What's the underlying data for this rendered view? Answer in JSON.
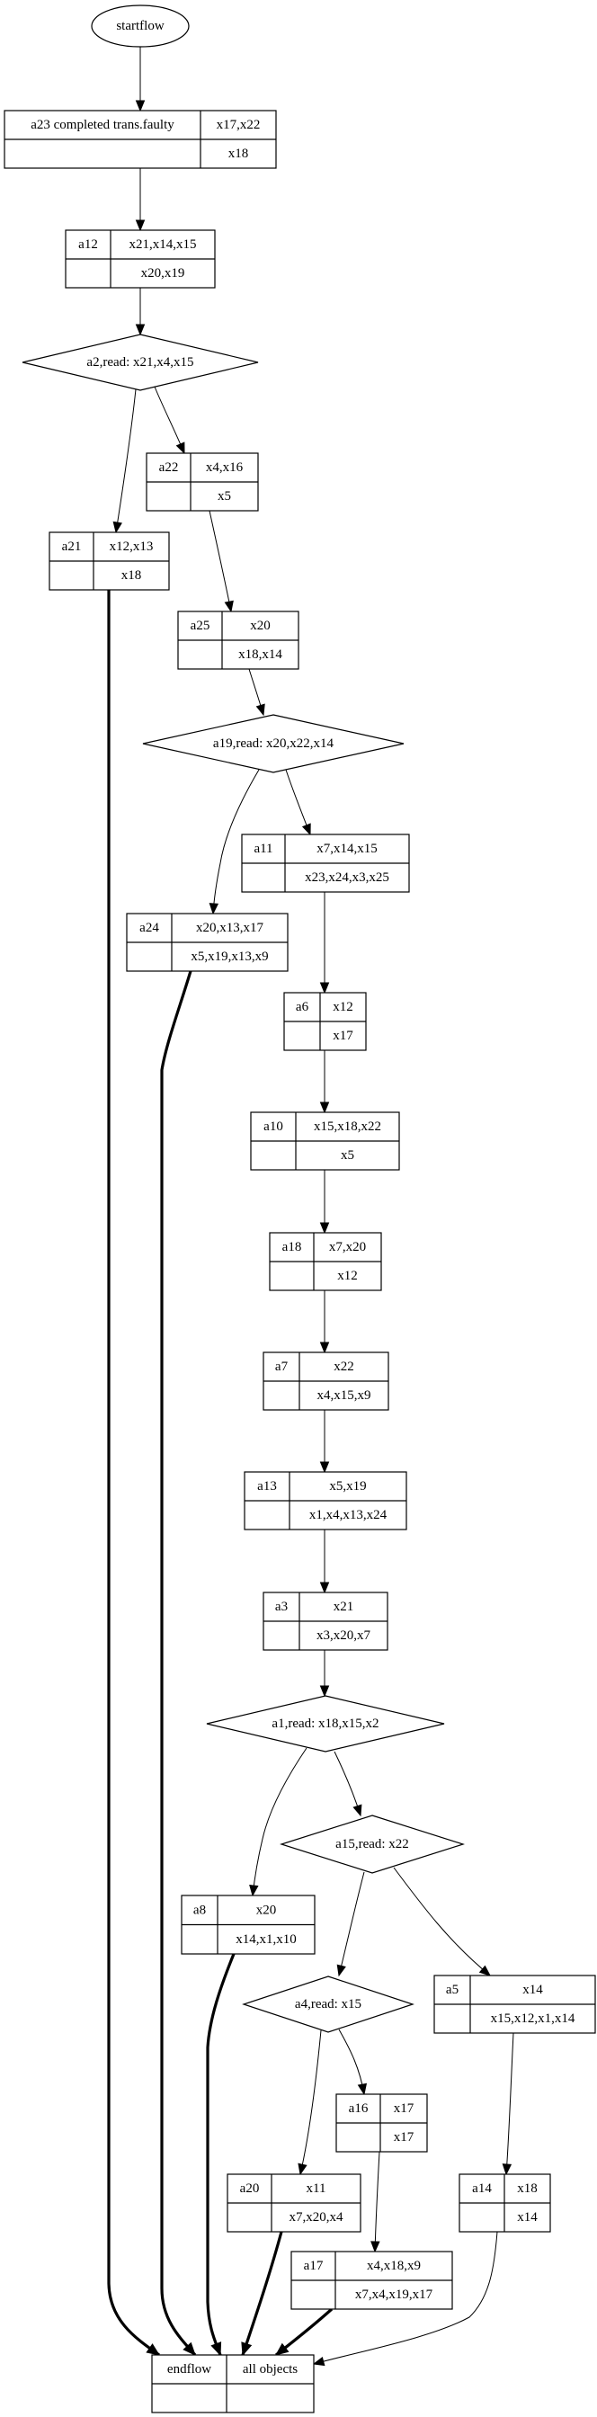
{
  "diagram": {
    "title": "process flow graph",
    "start": {
      "id": "startflow",
      "label": "startflow"
    },
    "end": {
      "id": "endflow",
      "label": "endflow",
      "objects": "all objects",
      "bottom_left": "",
      "bottom_right": ""
    },
    "activities": [
      {
        "id": "a23",
        "label": "a23 completed trans.faulty",
        "inputs": "x17,x22",
        "outputs": "x18"
      },
      {
        "id": "a12",
        "label": "a12",
        "inputs": "x21,x14,x15",
        "outputs": "x20,x19"
      },
      {
        "id": "a22",
        "label": "a22",
        "inputs": "x4,x16",
        "outputs": "x5"
      },
      {
        "id": "a21",
        "label": "a21",
        "inputs": "x12,x13",
        "outputs": "x18"
      },
      {
        "id": "a25",
        "label": "a25",
        "inputs": "x20",
        "outputs": "x18,x14"
      },
      {
        "id": "a11",
        "label": "a11",
        "inputs": "x7,x14,x15",
        "outputs": "x23,x24,x3,x25"
      },
      {
        "id": "a24",
        "label": "a24",
        "inputs": "x20,x13,x17",
        "outputs": "x5,x19,x13,x9"
      },
      {
        "id": "a6",
        "label": "a6",
        "inputs": "x12",
        "outputs": "x17"
      },
      {
        "id": "a10",
        "label": "a10",
        "inputs": "x15,x18,x22",
        "outputs": "x5"
      },
      {
        "id": "a18",
        "label": "a18",
        "inputs": "x7,x20",
        "outputs": "x12"
      },
      {
        "id": "a7",
        "label": "a7",
        "inputs": "x22",
        "outputs": "x4,x15,x9"
      },
      {
        "id": "a13",
        "label": "a13",
        "inputs": "x5,x19",
        "outputs": "x1,x4,x13,x24"
      },
      {
        "id": "a3",
        "label": "a3",
        "inputs": "x21",
        "outputs": "x3,x20,x7"
      },
      {
        "id": "a8",
        "label": "a8",
        "inputs": "x20",
        "outputs": "x14,x1,x10"
      },
      {
        "id": "a5",
        "label": "a5",
        "inputs": "x14",
        "outputs": "x15,x12,x1,x14"
      },
      {
        "id": "a16",
        "label": "a16",
        "inputs": "x17",
        "outputs": "x17"
      },
      {
        "id": "a20",
        "label": "a20",
        "inputs": "x11",
        "outputs": "x7,x20,x4"
      },
      {
        "id": "a14",
        "label": "a14",
        "inputs": "x18",
        "outputs": "x14"
      },
      {
        "id": "a17",
        "label": "a17",
        "inputs": "x4,x18,x9",
        "outputs": "x7,x4,x19,x17"
      }
    ],
    "decisions": [
      {
        "id": "a2",
        "label": "a2,read: x21,x4,x15"
      },
      {
        "id": "a19",
        "label": "a19,read: x20,x22,x14"
      },
      {
        "id": "a1",
        "label": "a1,read: x18,x15,x2"
      },
      {
        "id": "a15",
        "label": "a15,read: x22"
      },
      {
        "id": "a4",
        "label": "a4,read: x15"
      }
    ],
    "edges": [
      {
        "from": "startflow",
        "to": "a23",
        "style": "normal"
      },
      {
        "from": "a23",
        "to": "a12",
        "style": "normal"
      },
      {
        "from": "a12",
        "to": "a2",
        "style": "normal"
      },
      {
        "from": "a2",
        "to": "a21",
        "style": "normal"
      },
      {
        "from": "a2",
        "to": "a22",
        "style": "normal"
      },
      {
        "from": "a22",
        "to": "a25",
        "style": "normal"
      },
      {
        "from": "a25",
        "to": "a19",
        "style": "normal"
      },
      {
        "from": "a19",
        "to": "a24",
        "style": "normal"
      },
      {
        "from": "a19",
        "to": "a11",
        "style": "normal"
      },
      {
        "from": "a11",
        "to": "a6",
        "style": "normal"
      },
      {
        "from": "a6",
        "to": "a10",
        "style": "normal"
      },
      {
        "from": "a10",
        "to": "a18",
        "style": "normal"
      },
      {
        "from": "a18",
        "to": "a7",
        "style": "normal"
      },
      {
        "from": "a7",
        "to": "a13",
        "style": "normal"
      },
      {
        "from": "a13",
        "to": "a3",
        "style": "normal"
      },
      {
        "from": "a3",
        "to": "a1",
        "style": "normal"
      },
      {
        "from": "a1",
        "to": "a8",
        "style": "normal"
      },
      {
        "from": "a1",
        "to": "a15",
        "style": "normal"
      },
      {
        "from": "a15",
        "to": "a4",
        "style": "normal"
      },
      {
        "from": "a15",
        "to": "a5",
        "style": "normal"
      },
      {
        "from": "a4",
        "to": "a20",
        "style": "normal"
      },
      {
        "from": "a4",
        "to": "a16",
        "style": "normal"
      },
      {
        "from": "a16",
        "to": "a17",
        "style": "normal"
      },
      {
        "from": "a5",
        "to": "a14",
        "style": "normal"
      },
      {
        "from": "a21",
        "to": "endflow",
        "style": "bold"
      },
      {
        "from": "a24",
        "to": "endflow",
        "style": "bold"
      },
      {
        "from": "a8",
        "to": "endflow",
        "style": "bold"
      },
      {
        "from": "a20",
        "to": "endflow",
        "style": "bold"
      },
      {
        "from": "a17",
        "to": "endflow",
        "style": "bold"
      },
      {
        "from": "a14",
        "to": "endflow",
        "style": "normal"
      }
    ]
  }
}
